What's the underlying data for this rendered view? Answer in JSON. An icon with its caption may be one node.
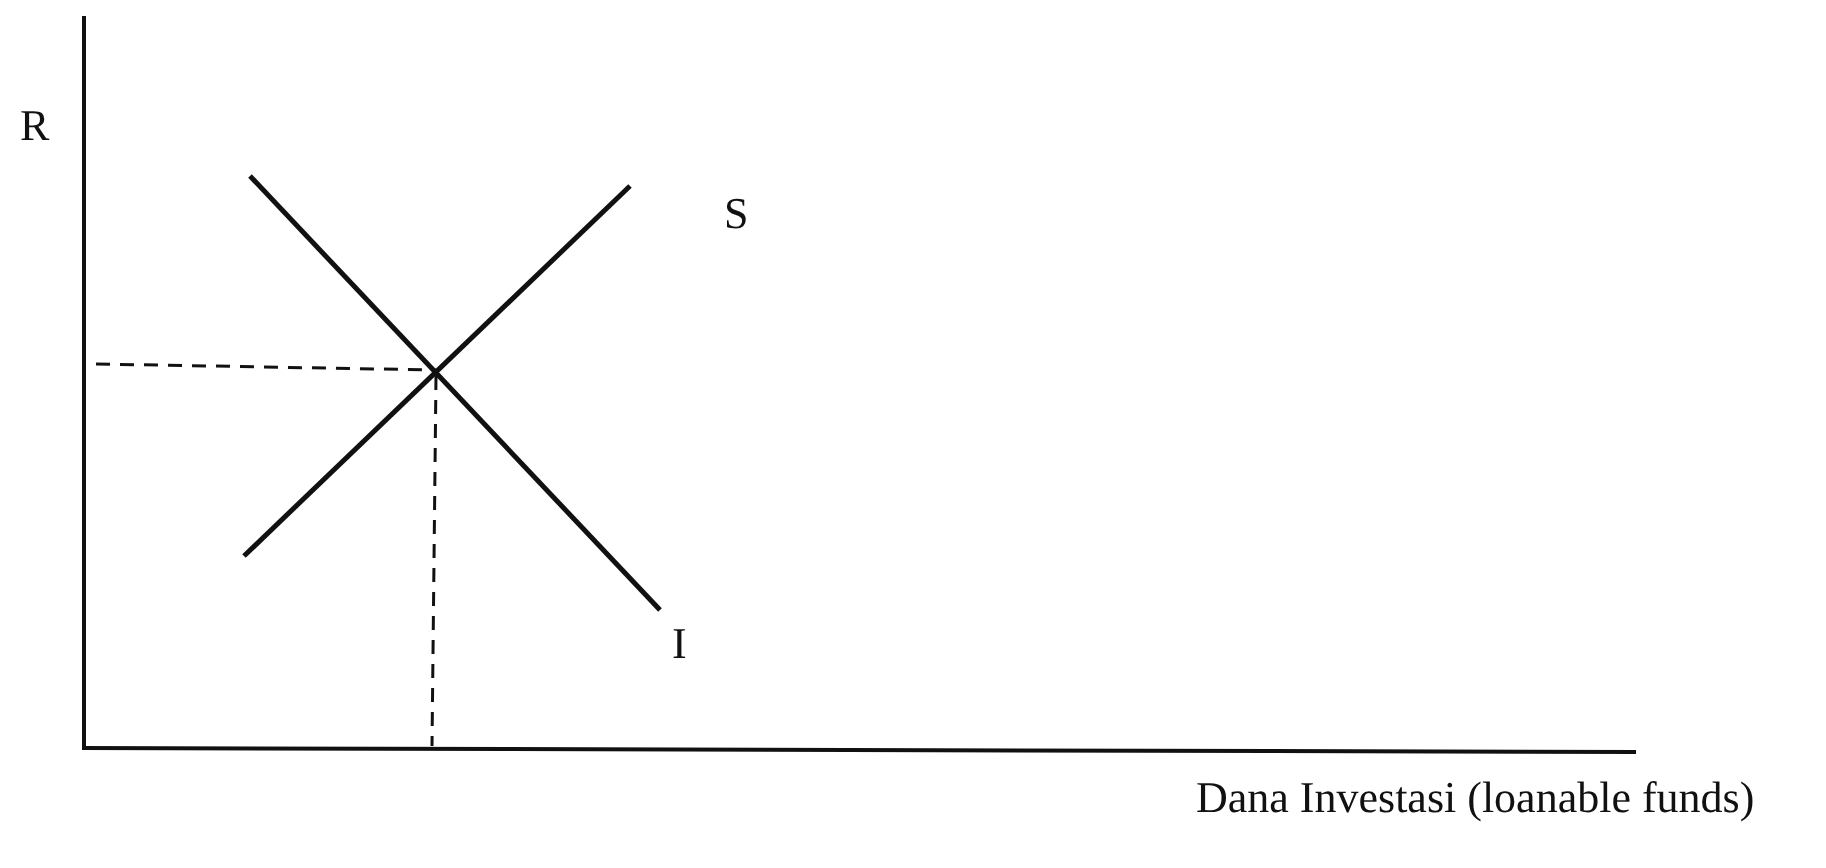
{
  "diagram": {
    "labels": [
      "R",
      "S",
      "I",
      "Dana Investasi (loanable funds)"
    ]
  }
}
